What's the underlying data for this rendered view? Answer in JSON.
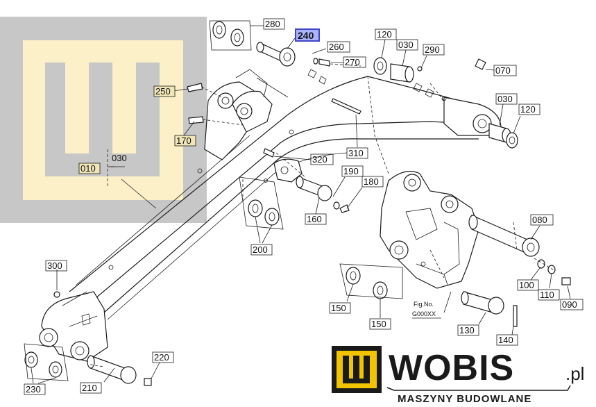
{
  "labels": {
    "l280": "280",
    "l240": "240",
    "l260": "260",
    "l270": "270",
    "l120a": "120",
    "l030a": "030",
    "l290": "290",
    "l070": "070",
    "l030b": "030",
    "l120b": "120",
    "l250": "250",
    "l170": "170",
    "l030c": "030",
    "l010": "010",
    "l320": "320",
    "l310": "310",
    "l190": "190",
    "l180": "180",
    "l160": "160",
    "l200": "200",
    "l080": "080",
    "l300": "300",
    "l100": "100",
    "l110": "110",
    "l090": "090",
    "l150a": "150",
    "l150b": "150",
    "l130": "130",
    "l140": "140",
    "l220": "220",
    "l210": "210",
    "l230": "230"
  },
  "figure": {
    "line1": "Fig.No.",
    "line2": "G000XX"
  },
  "brand": {
    "name": "WOBIS",
    "tld": ".pl",
    "tagline": "MASZYNY BUDOWLANE"
  },
  "colors": {
    "watermark_gray": "#c7c7c7",
    "watermark_cream": "#fbf0c8",
    "highlight_box": "#3f44c8",
    "logo_yellow": "#f2c400",
    "logo_dark": "#1a1a1a"
  }
}
